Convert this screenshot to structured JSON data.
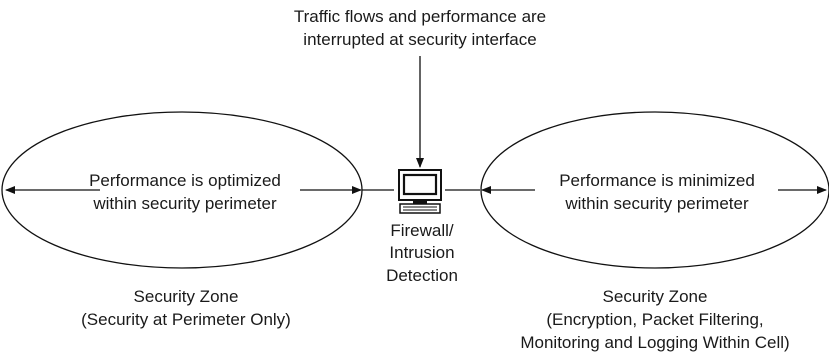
{
  "top_annotation": {
    "line1": "Traffic flows and performance are",
    "line2": "interrupted at security interface"
  },
  "left_zone": {
    "inner_line1": "Performance is optimized",
    "inner_line2": "within security perimeter",
    "caption_line1": "Security Zone",
    "caption_line2": "(Security at Perimeter Only)"
  },
  "right_zone": {
    "inner_line1": "Performance is minimized",
    "inner_line2": "within security perimeter",
    "caption_line1": "Security Zone",
    "caption_line2": "(Encryption, Packet Filtering,",
    "caption_line3": "Monitoring and Logging Within Cell)"
  },
  "firewall": {
    "icon": "computer-terminal-icon",
    "label_line1": "Firewall/",
    "label_line2": "Intrusion",
    "label_line3": "Detection"
  }
}
